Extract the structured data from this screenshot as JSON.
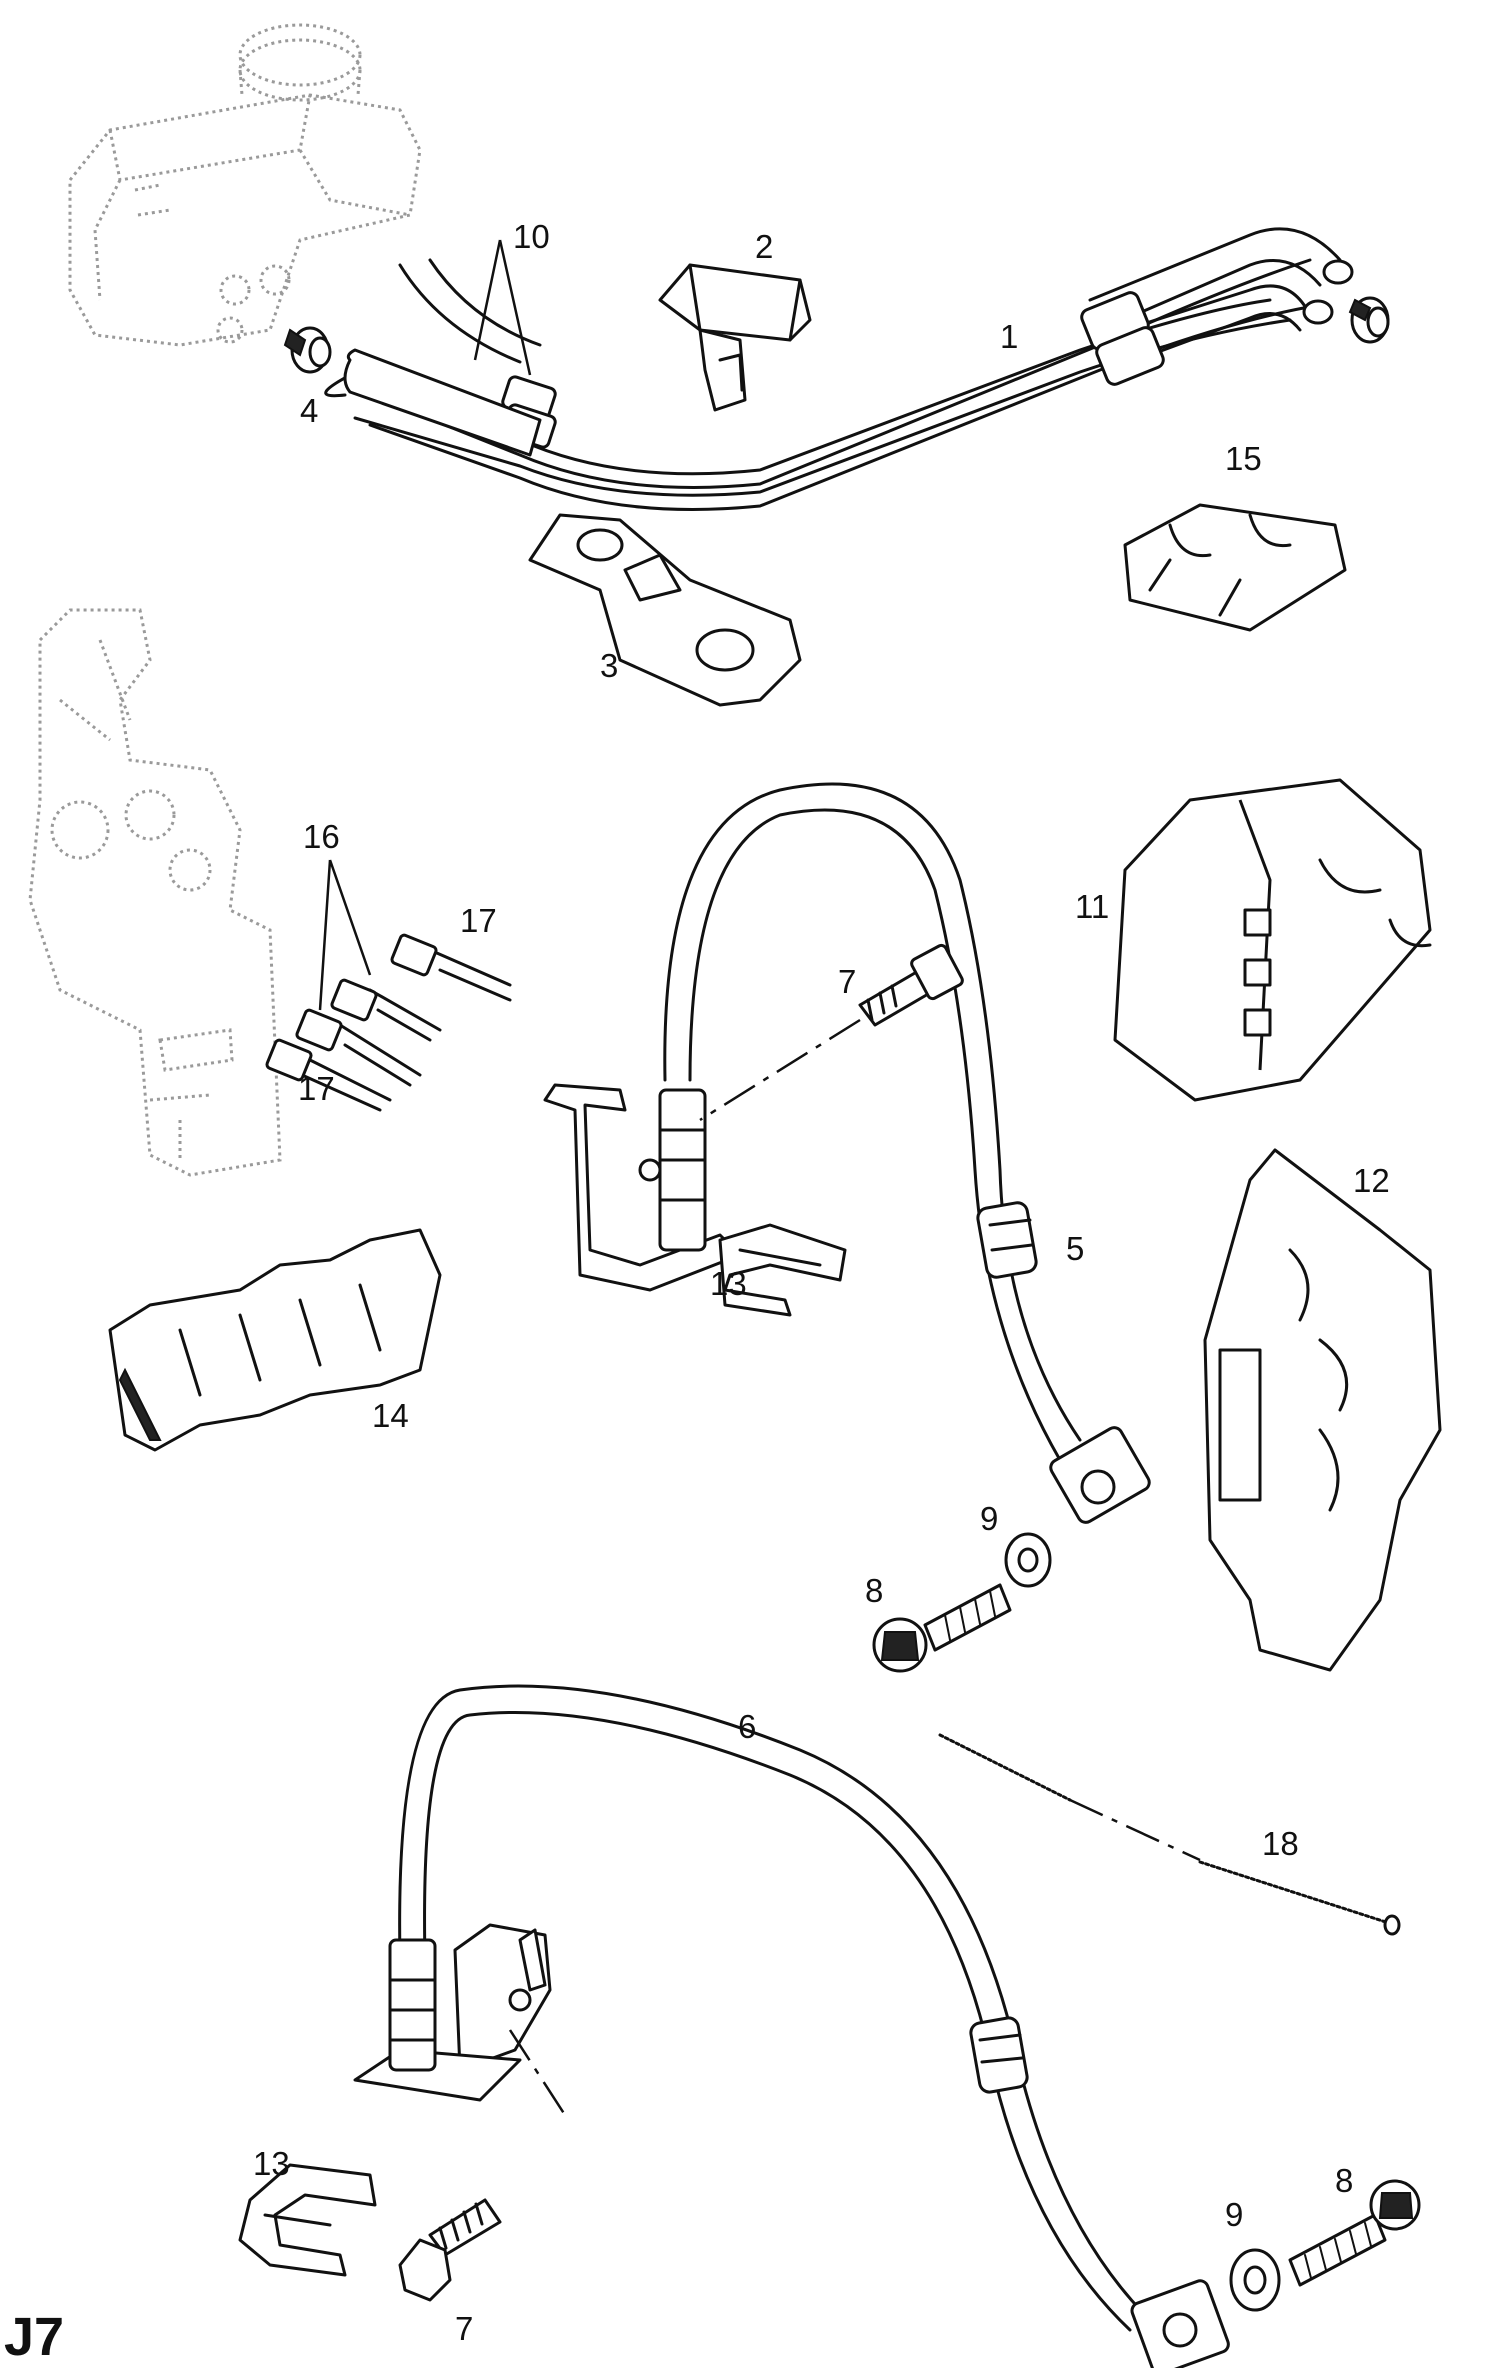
{
  "figure_code": "J7",
  "callouts": {
    "c1": "1",
    "c2": "2",
    "c3": "3",
    "c4": "4",
    "c5": "5",
    "c6": "6",
    "c7a": "7",
    "c7b": "7",
    "c8a": "8",
    "c8b": "8",
    "c9a": "9",
    "c9b": "9",
    "c10": "10",
    "c11": "11",
    "c12": "12",
    "c13a": "13",
    "c13b": "13",
    "c14": "14",
    "c15": "15",
    "c16": "16",
    "c17a": "17",
    "c17b": "17",
    "c18": "18"
  }
}
